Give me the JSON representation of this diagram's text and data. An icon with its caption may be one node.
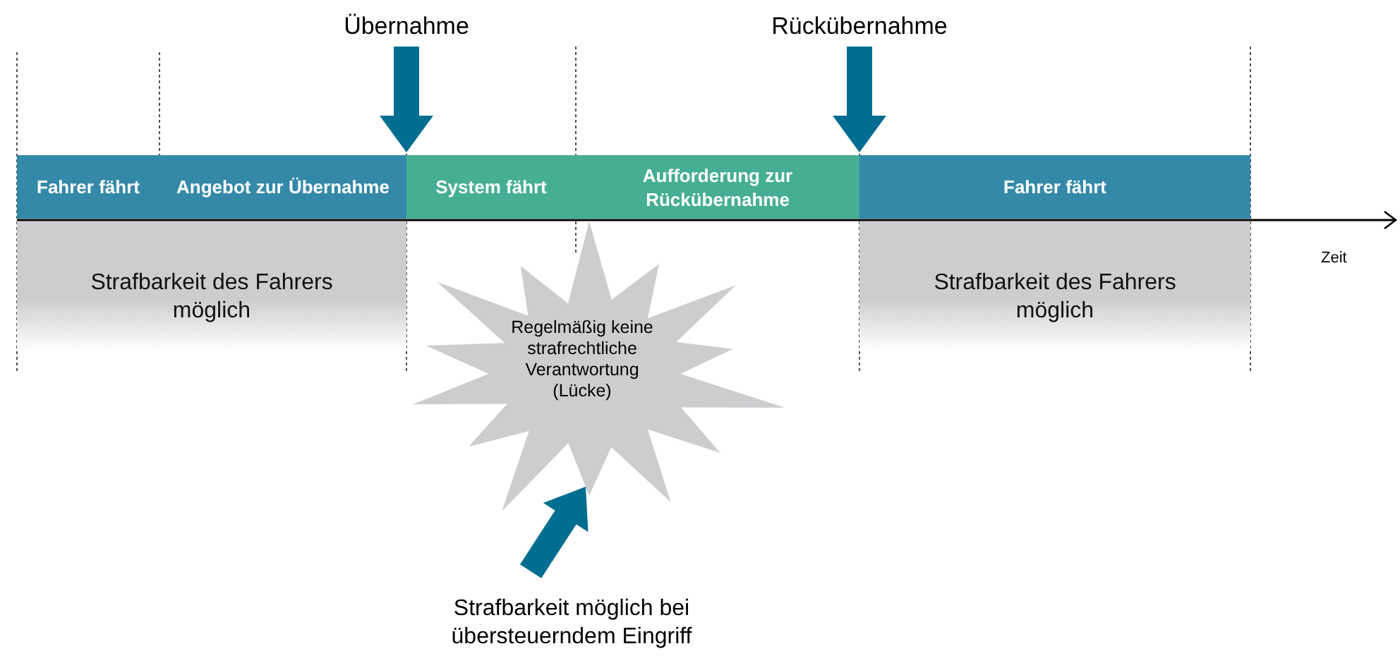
{
  "diagram": {
    "nodes": [
      {
        "text": [
          "Übernahme"
        ]
      },
      {
        "text": [
          "Rückübernahme"
        ]
      },
      {
        "text": [
          "Fahrer fährt"
        ]
      },
      {
        "text": [
          "Angebot zur Übernahme"
        ]
      },
      {
        "text": [
          "System fährt"
        ]
      },
      {
        "text": [
          "Aufforderung zur Rückübernahme"
        ]
      },
      {
        "text": [
          "Fahrer fährt"
        ]
      },
      {
        "text": [
          "Strafbarkeit des Fahrers möglich"
        ]
      },
      {
        "text": [
          "Regelmäßig keine strafrechtliche Verantwortung (Lücke)"
        ]
      },
      {
        "text": [
          "Strafbarkeit des Fahrers möglich"
        ]
      },
      {
        "text": [
          "Strafbarkeit möglich bei übersteuerndem Eingriff"
        ]
      }
    ],
    "edges": [
      {
        "from": 0,
        "to": null,
        "arrow": "to",
        "style": "thick"
      },
      {
        "from": 1,
        "to": null,
        "arrow": "to",
        "style": "thick"
      },
      {
        "from": 10,
        "to": 8,
        "arrow": "to",
        "style": "thick"
      }
    ],
    "labels": [
      "Zeit"
    ]
  }
}
